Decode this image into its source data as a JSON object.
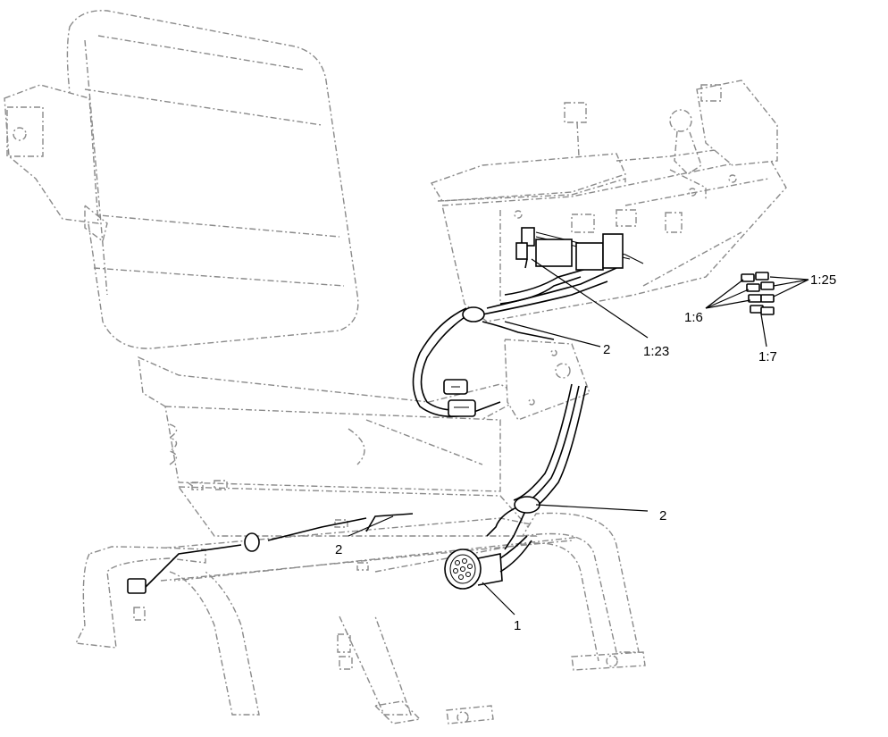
{
  "diagram": {
    "callouts": [
      {
        "id": "c-2-console",
        "text": "2"
      },
      {
        "id": "c-1-23",
        "text": "1:23"
      },
      {
        "id": "c-1-25",
        "text": "1:25"
      },
      {
        "id": "c-1-6",
        "text": "1:6"
      },
      {
        "id": "c-1-7",
        "text": "1:7"
      },
      {
        "id": "c-2-right",
        "text": "2"
      },
      {
        "id": "c-2-left",
        "text": "2"
      },
      {
        "id": "c-1",
        "text": "1"
      }
    ]
  },
  "colors": {
    "ghost_line": "#8a8a8a",
    "part_line": "#000000",
    "background": "#ffffff"
  }
}
